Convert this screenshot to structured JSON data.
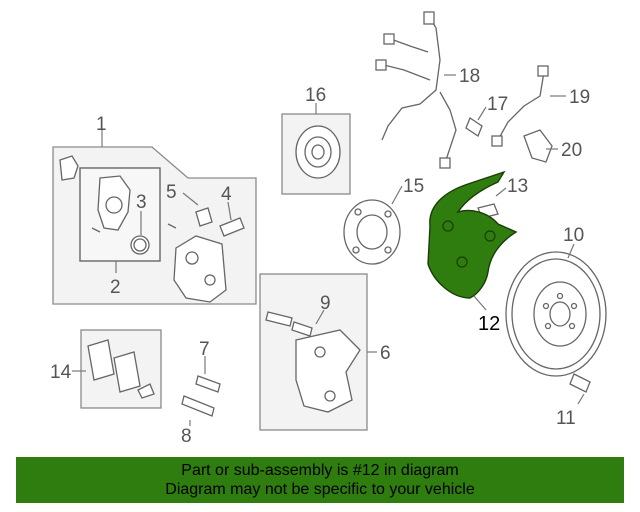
{
  "callouts": {
    "c1": "1",
    "c2": "2",
    "c3": "3",
    "c4": "4",
    "c5": "5",
    "c6": "6",
    "c7": "7",
    "c8": "8",
    "c9": "9",
    "c10": "10",
    "c11": "11",
    "c12": "12",
    "c13": "13",
    "c14": "14",
    "c15": "15",
    "c16": "16",
    "c17": "17",
    "c18": "18",
    "c19": "19",
    "c20": "20"
  },
  "highlight_color": "#2e7d0e",
  "banner": {
    "line1": "Part or sub-assembly is #12 in diagram",
    "line2": "Diagram may not be specific to your vehicle"
  }
}
